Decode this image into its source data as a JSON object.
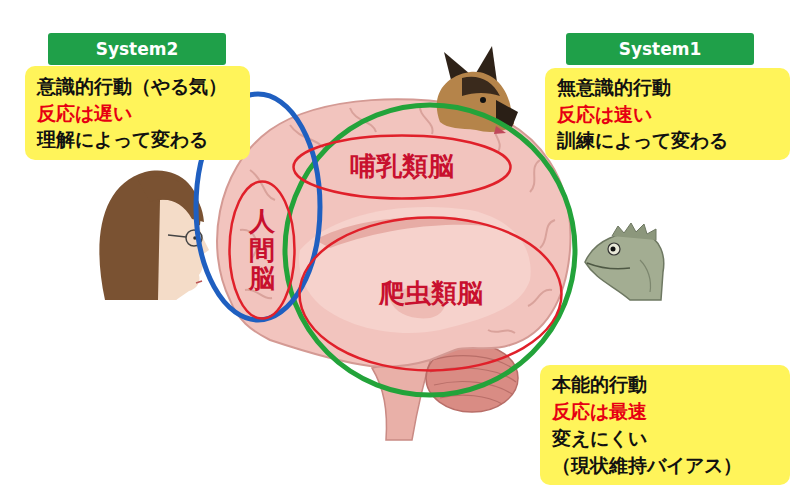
{
  "diagram": {
    "nodes": [
      {
        "text": [
          "System2"
        ]
      },
      {
        "text": [
          "意識的行動（やる気）",
          "反応は遅い",
          "理解によって変わる"
        ]
      },
      {
        "text": [
          "System1"
        ]
      },
      {
        "text": [
          "無意識的行動",
          "反応は速い",
          "訓練によって変わる"
        ]
      },
      {
        "text": [
          "人間脳"
        ]
      },
      {
        "text": [
          "哺乳類脳"
        ]
      },
      {
        "text": [
          "爬虫類脳"
        ]
      },
      {
        "text": [
          "本能的行動",
          "反応は最速",
          "変えにくい",
          "（現状維持バイアス）"
        ]
      }
    ]
  }
}
